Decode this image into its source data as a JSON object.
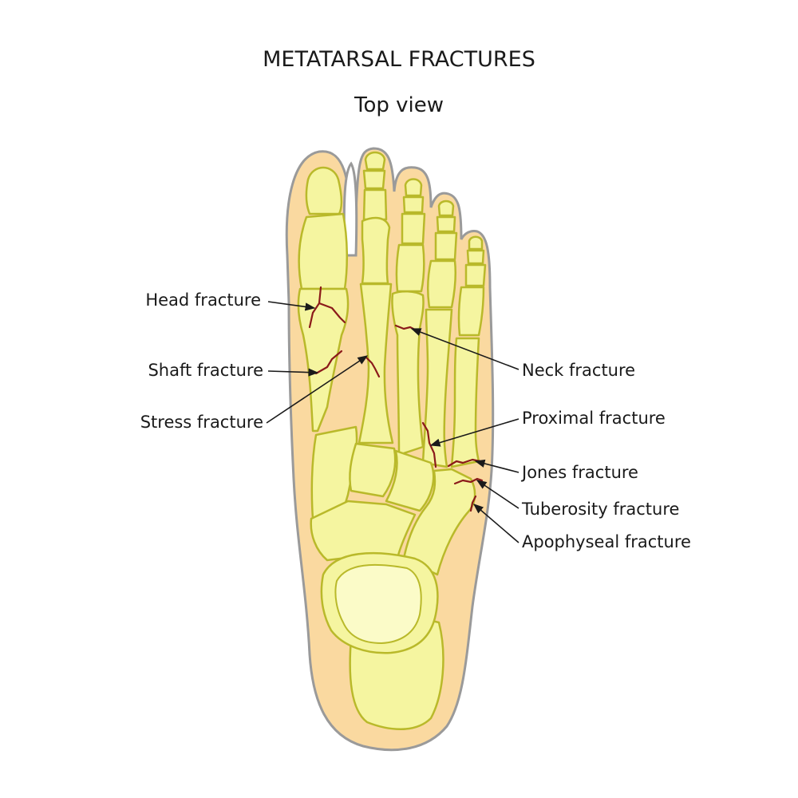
{
  "title": "METATARSAL FRACTURES",
  "subtitle": "Top view",
  "labels": {
    "head": "Head fracture",
    "shaft": "Shaft fracture",
    "stress": "Stress fracture",
    "neck": "Neck fracture",
    "proximal": "Proximal fracture",
    "jones": "Jones fracture",
    "tuberosity": "Tuberosity fracture",
    "apophyseal": "Apophyseal fracture"
  },
  "colors": {
    "skin": "#fad9a0",
    "skin_outline": "#9a9a9a",
    "bone": "#f5f5a0",
    "bone_outline": "#b9b92a",
    "talus_highlight": "#fbfbc8",
    "fracture": "#8b1a1a",
    "text": "#1a1a1a"
  }
}
